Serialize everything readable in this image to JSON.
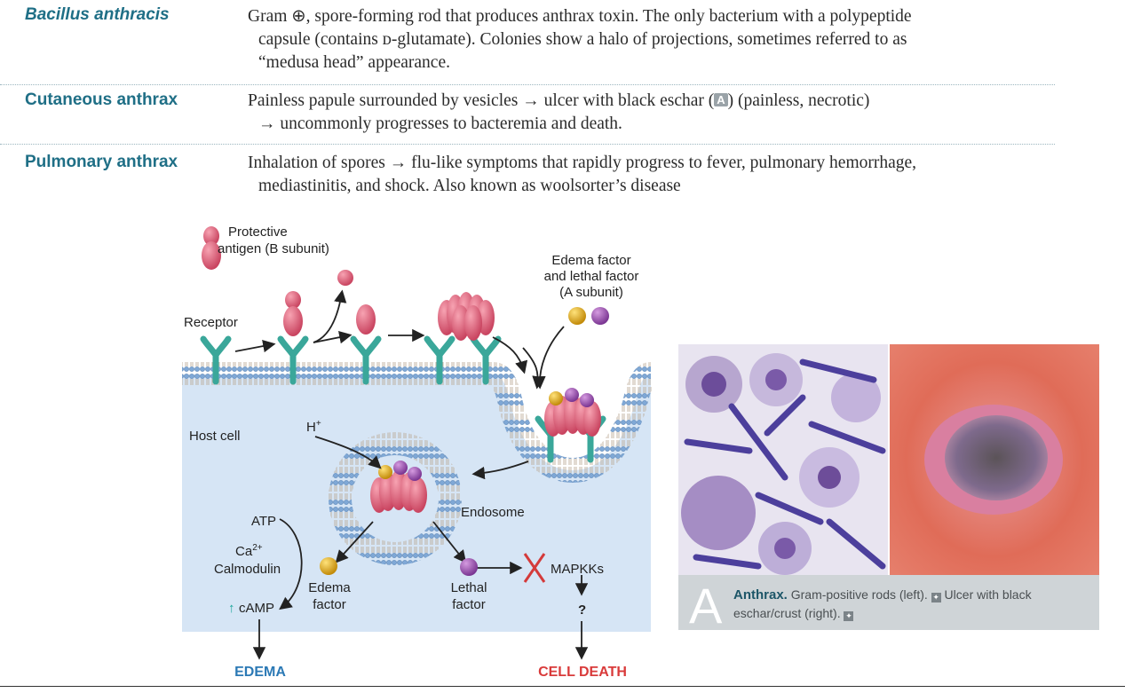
{
  "entries": [
    {
      "term": "Bacillus anthracis",
      "line1": "Gram ⊕, spore-forming rod that produces anthrax toxin. The only bacterium with a polypeptide",
      "line2": "capsule (contains ᴅ-glutamate). Colonies show a halo of projections, sometimes referred to as",
      "line3": "“medusa head” appearance."
    },
    {
      "term": "Cutaneous anthrax",
      "line1_a": "Painless papule surrounded by vesicles → ulcer with black eschar (",
      "badge": "A",
      "line1_b": ") (painless, necrotic)",
      "line2": "→ uncommonly progresses to bacteremia and death."
    },
    {
      "term": "Pulmonary anthrax",
      "line1": "Inhalation of spores → flu-like symptoms that rapidly progress to fever, pulmonary hemorrhage,",
      "line2": "mediastinitis, and shock. Also known as woolsorter’s disease"
    }
  ],
  "diagram": {
    "protective_antigen_1": "Protective",
    "protective_antigen_2": "antigen (B subunit)",
    "receptor": "Receptor",
    "ef_lf_1": "Edema factor",
    "ef_lf_2": "and lethal factor",
    "ef_lf_3": "(A subunit)",
    "host_cell": "Host cell",
    "h_plus": "H",
    "h_plus_sup": "+",
    "endosome": "Endosome",
    "atp": "ATP",
    "ca": "Ca",
    "ca_sup": "2+",
    "calmodulin": "Calmodulin",
    "camp_arrow": "↑",
    "camp": "cAMP",
    "edema_factor_1": "Edema",
    "edema_factor_2": "factor",
    "lethal_factor_1": "Lethal",
    "lethal_factor_2": "factor",
    "mapkks": "MAPKKs",
    "question": "?",
    "edema_out": "EDEMA",
    "cell_death": "CELL DEATH"
  },
  "photo": {
    "letter": "A",
    "caption_bold": "Anthrax.",
    "caption_1": " Gram-positive rods (left). ",
    "caption_2": " Ulcer with black eschar/crust (right). "
  },
  "colors": {
    "term": "#1f6f86",
    "cytoplasm": "#d6e5f5",
    "toxin_pink": "#e0627a",
    "edema_blue": "#2b79b5",
    "death_red": "#d93a3a"
  }
}
